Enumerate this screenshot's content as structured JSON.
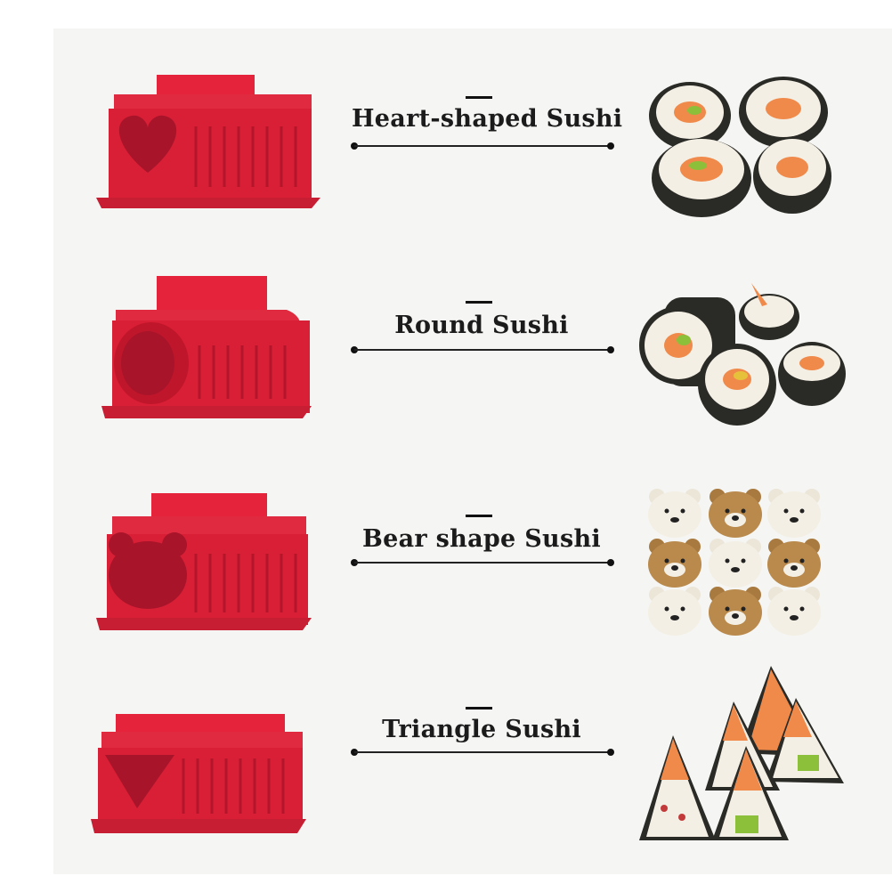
{
  "rows": [
    {
      "label": "Heart-shaped Sushi",
      "mold_icon": "heart-mold-icon",
      "sushi_icon": "heart-sushi-icon"
    },
    {
      "label": "Round Sushi",
      "mold_icon": "round-mold-icon",
      "sushi_icon": "round-sushi-icon"
    },
    {
      "label": "Bear shape Sushi",
      "mold_icon": "bear-mold-icon",
      "sushi_icon": "bear-sushi-icon"
    },
    {
      "label": "Triangle Sushi",
      "mold_icon": "triangle-mold-icon",
      "sushi_icon": "triangle-sushi-icon"
    }
  ],
  "colors": {
    "mold_red": "#e5233a",
    "mold_dark": "#c81e33",
    "nori": "#2a2a26",
    "rice": "#f4efe4",
    "salmon": "#f08a4b",
    "line": "#222222"
  }
}
